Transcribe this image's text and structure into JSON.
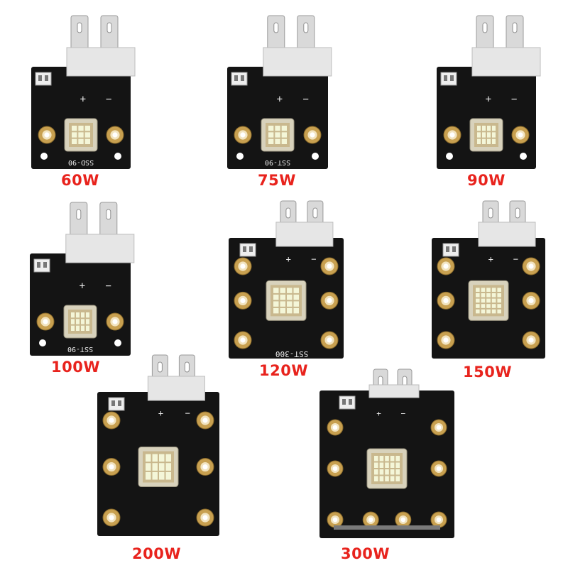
{
  "products": [
    {
      "id": "m60",
      "wattage": "60W",
      "silkscreen": "SSD-90",
      "leds": 9,
      "mounting_holes": 2
    },
    {
      "id": "m75",
      "wattage": "75W",
      "silkscreen": "SST-90",
      "leds": 9,
      "mounting_holes": 2
    },
    {
      "id": "m90",
      "wattage": "90W",
      "silkscreen": "",
      "leds": 12,
      "mounting_holes": 2
    },
    {
      "id": "m100",
      "wattage": "100W",
      "silkscreen": "SST-90",
      "leds": 12,
      "mounting_holes": 2
    },
    {
      "id": "m120",
      "wattage": "120W",
      "silkscreen": "SST-300",
      "leds": 16,
      "mounting_holes": 6
    },
    {
      "id": "m150",
      "wattage": "150W",
      "silkscreen": "",
      "leds": 25,
      "mounting_holes": 6
    },
    {
      "id": "m200",
      "wattage": "200W",
      "silkscreen": "",
      "leds": 12,
      "mounting_holes": 6
    },
    {
      "id": "m300",
      "wattage": "300W",
      "silkscreen": "",
      "leds": 20,
      "mounting_holes": 8
    }
  ],
  "terminal_marks": {
    "positive": "+",
    "negative": "−"
  },
  "colors": {
    "label": "#e8231d",
    "pcb": "#141414",
    "gold_ring": "#c8a050",
    "tab_metal": "#d9d9d9",
    "insulator": "#e6e6e6",
    "led_cell": "#f4f6d8"
  }
}
